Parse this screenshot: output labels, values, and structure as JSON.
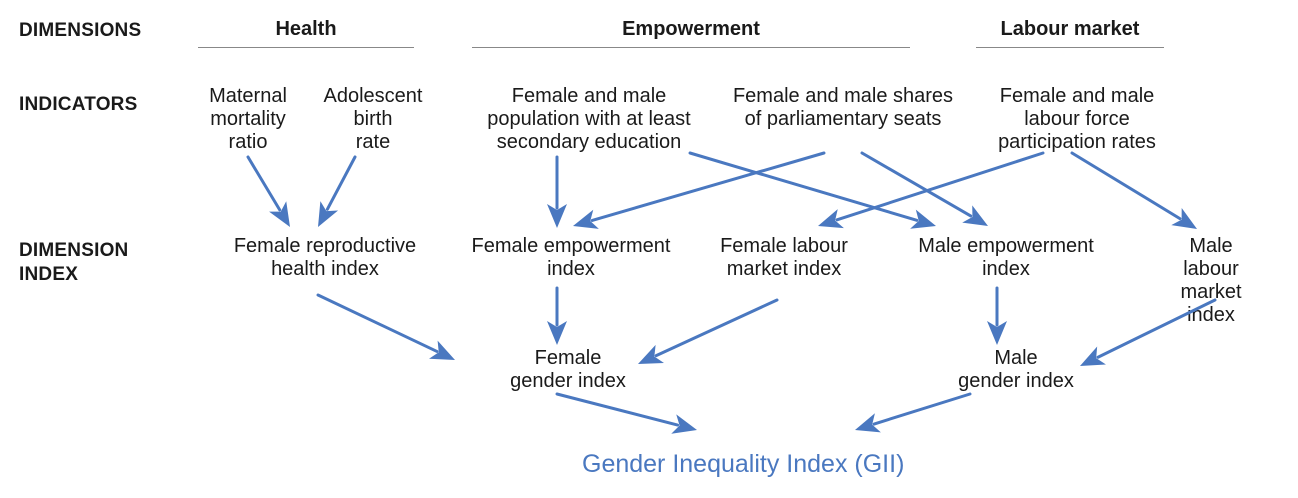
{
  "row_labels": {
    "dimensions": "DIMENSIONS",
    "indicators": "INDICATORS",
    "dimension_index_line1": "DIMENSION",
    "dimension_index_line2": "INDEX"
  },
  "dimensions": {
    "health": "Health",
    "empowerment": "Empowerment",
    "labour": "Labour market"
  },
  "indicators": {
    "maternal": "Maternal\nmortality\nratio",
    "adolescent": "Adolescent\nbirth\nrate",
    "education": "Female and male\npopulation with at least\nsecondary education",
    "parliament": "Female and male shares\nof parliamentary seats",
    "labour_force": "Female and male\nlabour force\nparticipation rates"
  },
  "dimension_index": {
    "female_reproductive": "Female reproductive\nhealth index",
    "female_empowerment": "Female empowerment\nindex",
    "female_labour": "Female labour\nmarket index",
    "male_empowerment": "Male empowerment\nindex",
    "male_labour": "Male labour\nmarket index"
  },
  "gender_index": {
    "female": "Female\ngender index",
    "male": "Male\ngender index"
  },
  "gii": {
    "label": "Gender Inequality Index (GII)"
  },
  "colors": {
    "arrow": "#4a78c0",
    "gii_text": "#4a78c0",
    "text": "#1a1a1a",
    "rule": "#888888"
  }
}
